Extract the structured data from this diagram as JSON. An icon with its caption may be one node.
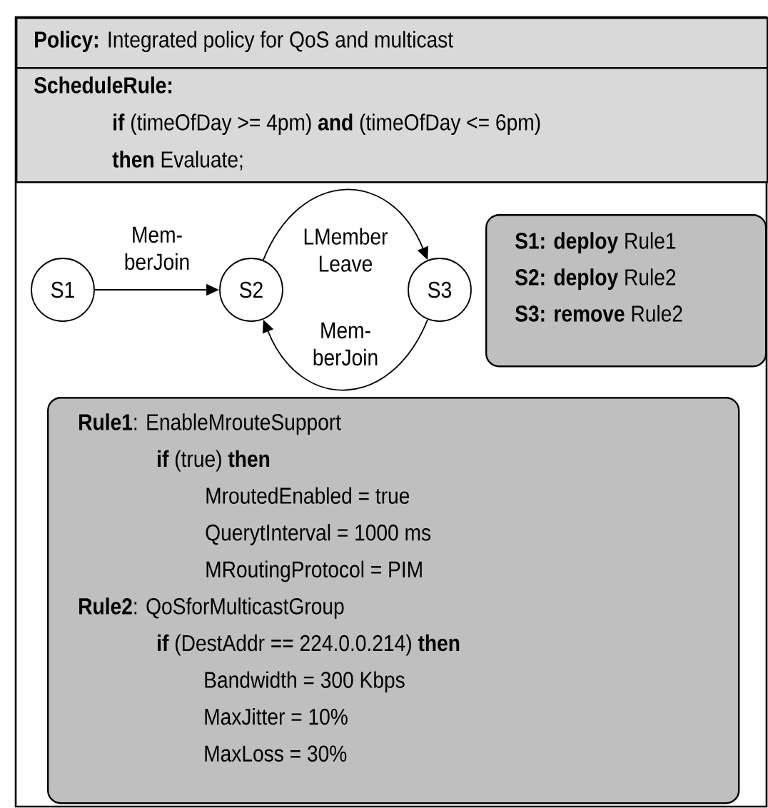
{
  "diagram": {
    "nodes": [
      {
        "text": [
          "**Policy:** Integrated policy for QoS and multicast"
        ]
      },
      {
        "text": [
          "**ScheduleRule:**",
          "**if** (timeOfDay >= 4pm) **and** (timeOfDay <= 6pm)",
          "**then** Evaluate;"
        ]
      },
      {
        "text": [
          "S1"
        ]
      },
      {
        "text": [
          "S2"
        ]
      },
      {
        "text": [
          "S3"
        ]
      },
      {
        "text": [
          "**S1: deploy** Rule1",
          "**S2: deploy** Rule2",
          "**S3: remove** Rule2"
        ]
      },
      {
        "text": [
          "**Rule1**: EnableMrouteSupport",
          "**if** (true) **then**",
          "MroutedEnabled = true",
          "QuerytInterval = 1000 ms",
          "MRoutingProtocol = PIM",
          "**Rule2**: QoSforMulticastGroup",
          "**if** (DestAddr == 224.0.0.214) **then**",
          "Bandwidth = 300 Kbps",
          "MaxJitter = 10%",
          "MaxLoss = 30%"
        ]
      }
    ],
    "edges": [
      {
        "from": 2,
        "to": 3,
        "arrow": "to",
        "label": "Mem- berJoin"
      },
      {
        "from": 3,
        "to": 4,
        "arrow": "to",
        "label": "LMember Leave"
      },
      {
        "from": 4,
        "to": 3,
        "arrow": "to",
        "label": "Mem- berJoin"
      }
    ]
  }
}
